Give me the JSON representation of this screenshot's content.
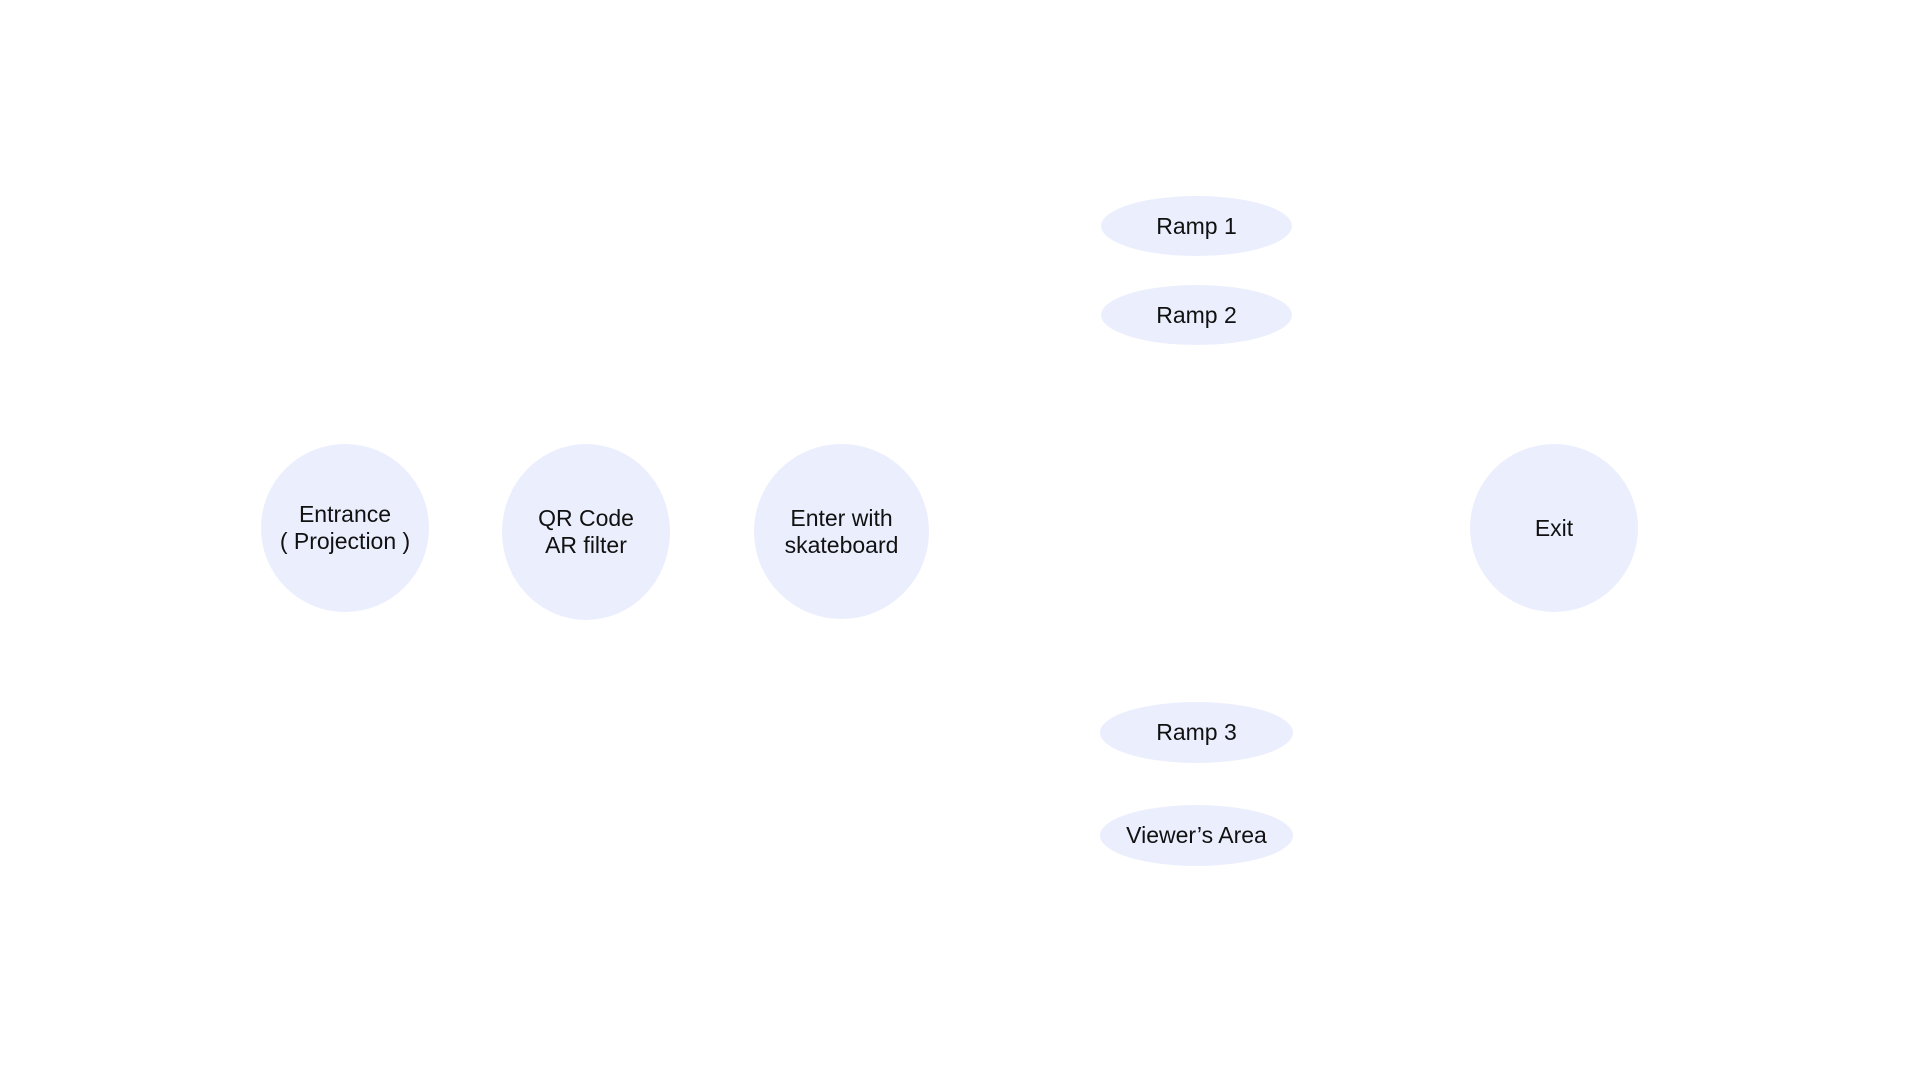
{
  "diagram": {
    "background": "#ffffff",
    "node_fill": "#ebeefd",
    "nodes": [
      {
        "id": "entrance",
        "shape": "circle",
        "label": "Entrance\n( Projection )"
      },
      {
        "id": "qr_code",
        "shape": "circle",
        "label": "QR Code\nAR filter"
      },
      {
        "id": "skateboard",
        "shape": "circle",
        "label": "Enter with\nskateboard"
      },
      {
        "id": "ramp1",
        "shape": "ellipse",
        "label": "Ramp 1"
      },
      {
        "id": "ramp2",
        "shape": "ellipse",
        "label": "Ramp 2"
      },
      {
        "id": "ramp3",
        "shape": "ellipse",
        "label": "Ramp 3"
      },
      {
        "id": "viewers_area",
        "shape": "ellipse",
        "label": "Viewer’s Area"
      },
      {
        "id": "exit",
        "shape": "circle",
        "label": "Exit"
      }
    ]
  }
}
